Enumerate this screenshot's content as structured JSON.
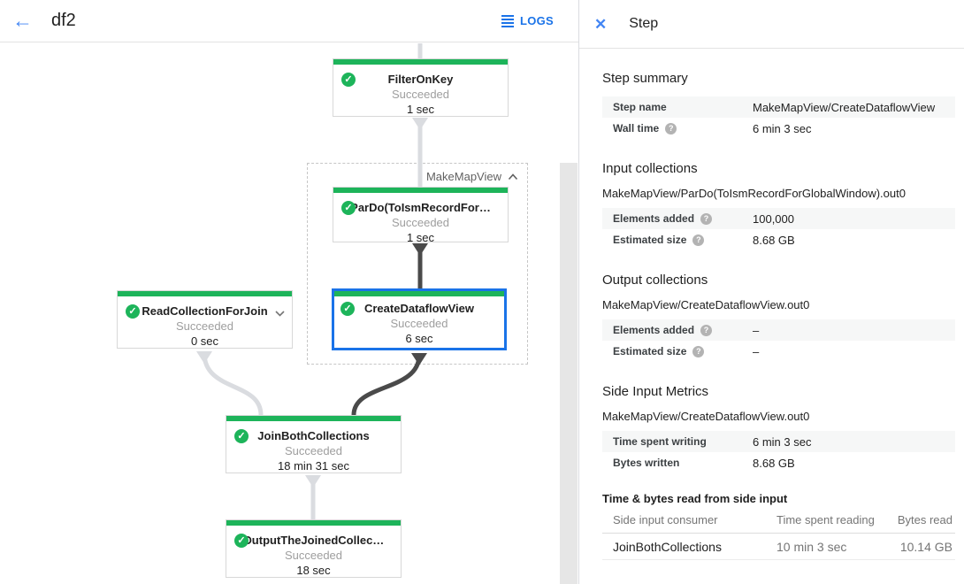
{
  "colors": {
    "accent_blue": "#1a73e8",
    "icon_blue": "#4285f4",
    "success_green": "#1db45a",
    "edge_light": "#dadce0",
    "edge_dark": "#4a4a4a"
  },
  "toolbar": {
    "title": "df2",
    "logs_label": "LOGS"
  },
  "graph": {
    "group_label": "MakeMapView",
    "nodes": [
      {
        "name": "FilterOnKey",
        "status": "Succeeded",
        "time": "1 sec",
        "selected": false,
        "expander": false
      },
      {
        "name": "ParDo(ToIsmRecordFor…",
        "status": "Succeeded",
        "time": "1 sec",
        "selected": false,
        "expander": false
      },
      {
        "name": "CreateDataflowView",
        "status": "Succeeded",
        "time": "6 sec",
        "selected": true,
        "expander": false
      },
      {
        "name": "ReadCollectionForJoin",
        "status": "Succeeded",
        "time": "0 sec",
        "selected": false,
        "expander": true
      },
      {
        "name": "JoinBothCollections",
        "status": "Succeeded",
        "time": "18 min 31 sec",
        "selected": false,
        "expander": false
      },
      {
        "name": "OutputTheJoinedCollec…",
        "status": "Succeeded",
        "time": "18 sec",
        "selected": false,
        "expander": false
      }
    ]
  },
  "panel": {
    "title": "Step",
    "sections": [
      {
        "heading": "Step summary",
        "subtitle": null,
        "rows": [
          {
            "label": "Step name",
            "help": false,
            "value": "MakeMapView/CreateDataflowView"
          },
          {
            "label": "Wall time",
            "help": true,
            "value": "6 min 3 sec"
          }
        ]
      },
      {
        "heading": "Input collections",
        "subtitle": "MakeMapView/ParDo(ToIsmRecordForGlobalWindow).out0",
        "rows": [
          {
            "label": "Elements added",
            "help": true,
            "value": "100,000"
          },
          {
            "label": "Estimated size",
            "help": true,
            "value": "8.68 GB"
          }
        ]
      },
      {
        "heading": "Output collections",
        "subtitle": "MakeMapView/CreateDataflowView.out0",
        "rows": [
          {
            "label": "Elements added",
            "help": true,
            "value": "–"
          },
          {
            "label": "Estimated size",
            "help": true,
            "value": "–"
          }
        ]
      },
      {
        "heading": "Side Input Metrics",
        "subtitle": "MakeMapView/CreateDataflowView.out0",
        "rows": [
          {
            "label": "Time spent writing",
            "help": false,
            "value": "6 min 3 sec"
          },
          {
            "label": "Bytes written",
            "help": false,
            "value": "8.68 GB"
          }
        ]
      }
    ],
    "side_input_table": {
      "heading": "Time & bytes read from side input",
      "columns": [
        "Side input consumer",
        "Time spent reading",
        "Bytes read"
      ],
      "rows": [
        [
          "JoinBothCollections",
          "10 min 3 sec",
          "10.14 GB"
        ]
      ]
    }
  },
  "icons": {
    "back": "←",
    "close": "✕",
    "check": "✓",
    "help": "?"
  }
}
